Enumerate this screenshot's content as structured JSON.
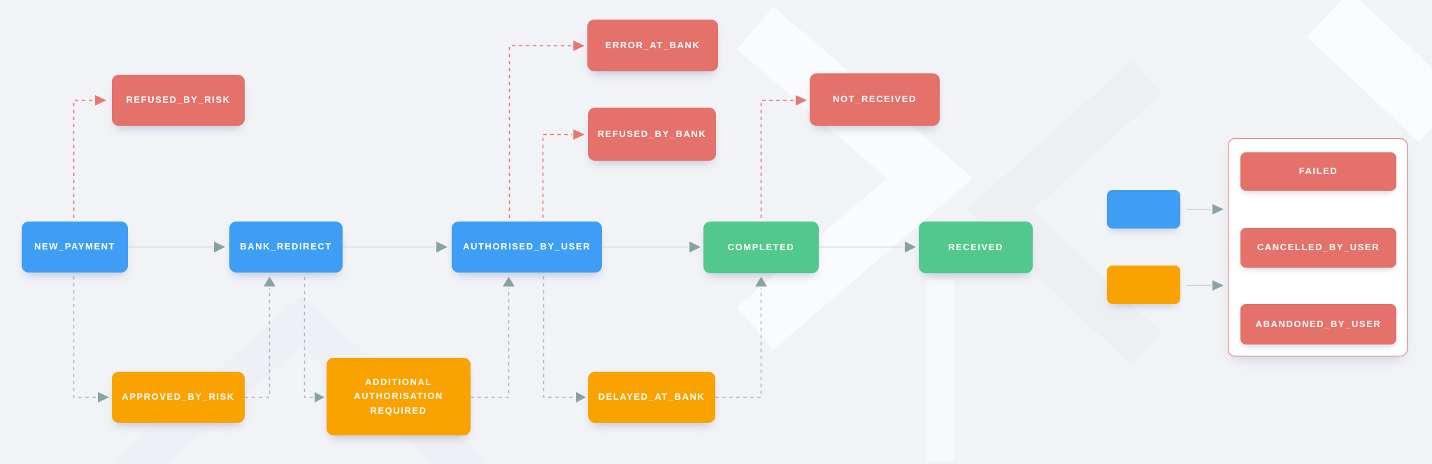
{
  "colors": {
    "background": "#F2F3F7",
    "blue": "#3E9EF5",
    "red": "#E5716B",
    "orange": "#F9A200",
    "green": "#52C98C",
    "panel_border": "#E5716B",
    "wire_gray": "#AEB9C6",
    "wire_red": "#E8776F",
    "wire_solid": "#C3D3DF",
    "arrow_gray": "#87A5A0"
  },
  "diagram": {
    "type": "flowchart",
    "description": "Payment status flow diagram",
    "nodes": [
      {
        "id": "new_payment",
        "label": "NEW_PAYMENT",
        "color": "blue"
      },
      {
        "id": "bank_redirect",
        "label": "BANK_REDIRECT",
        "color": "blue"
      },
      {
        "id": "authorised_by_user",
        "label": "AUTHORISED_BY_USER",
        "color": "blue"
      },
      {
        "id": "completed",
        "label": "COMPLETED",
        "color": "green"
      },
      {
        "id": "received",
        "label": "RECEIVED",
        "color": "green"
      },
      {
        "id": "refused_by_risk",
        "label": "REFUSED_BY_RISK",
        "color": "red"
      },
      {
        "id": "error_at_bank",
        "label": "ERROR_AT_BANK",
        "color": "red"
      },
      {
        "id": "refused_by_bank",
        "label": "REFUSED_BY_BANK",
        "color": "red"
      },
      {
        "id": "not_received",
        "label": "NOT_RECEIVED",
        "color": "red"
      },
      {
        "id": "approved_by_risk",
        "label": "APPROVED_BY_RISK",
        "color": "orange"
      },
      {
        "id": "additional_authorisation_required",
        "label": "ADDITIONAL AUTHORISATION REQUIRED",
        "color": "orange"
      },
      {
        "id": "delayed_at_bank",
        "label": "DELAYED_AT_BANK",
        "color": "orange"
      }
    ],
    "edges": [
      {
        "from": "new_payment",
        "to": "refused_by_risk",
        "style": "dashed-red"
      },
      {
        "from": "new_payment",
        "to": "approved_by_risk",
        "style": "dashed-gray"
      },
      {
        "from": "new_payment",
        "to": "bank_redirect",
        "style": "solid"
      },
      {
        "from": "approved_by_risk",
        "to": "bank_redirect",
        "style": "dashed-gray"
      },
      {
        "from": "bank_redirect",
        "to": "additional_authorisation_required",
        "style": "dashed-gray"
      },
      {
        "from": "bank_redirect",
        "to": "authorised_by_user",
        "style": "solid"
      },
      {
        "from": "additional_authorisation_required",
        "to": "authorised_by_user",
        "style": "dashed-gray"
      },
      {
        "from": "authorised_by_user",
        "to": "error_at_bank",
        "style": "dashed-red"
      },
      {
        "from": "authorised_by_user",
        "to": "refused_by_bank",
        "style": "dashed-red"
      },
      {
        "from": "authorised_by_user",
        "to": "delayed_at_bank",
        "style": "dashed-gray"
      },
      {
        "from": "authorised_by_user",
        "to": "completed",
        "style": "solid"
      },
      {
        "from": "delayed_at_bank",
        "to": "completed",
        "style": "dashed-gray"
      },
      {
        "from": "completed",
        "to": "not_received",
        "style": "dashed-red"
      },
      {
        "from": "completed",
        "to": "received",
        "style": "solid"
      },
      {
        "from": "blue_swatch",
        "to": "outcome_panel",
        "style": "solid"
      },
      {
        "from": "orange_swatch",
        "to": "outcome_panel",
        "style": "solid"
      }
    ],
    "legend": {
      "swatches": [
        {
          "id": "blue_swatch",
          "color": "blue",
          "label": ""
        },
        {
          "id": "orange_swatch",
          "color": "orange",
          "label": ""
        }
      ],
      "outcomes": [
        {
          "label": "FAILED"
        },
        {
          "label": "CANCELLED_BY_USER"
        },
        {
          "label": "ABANDONED_BY_USER"
        }
      ]
    }
  }
}
